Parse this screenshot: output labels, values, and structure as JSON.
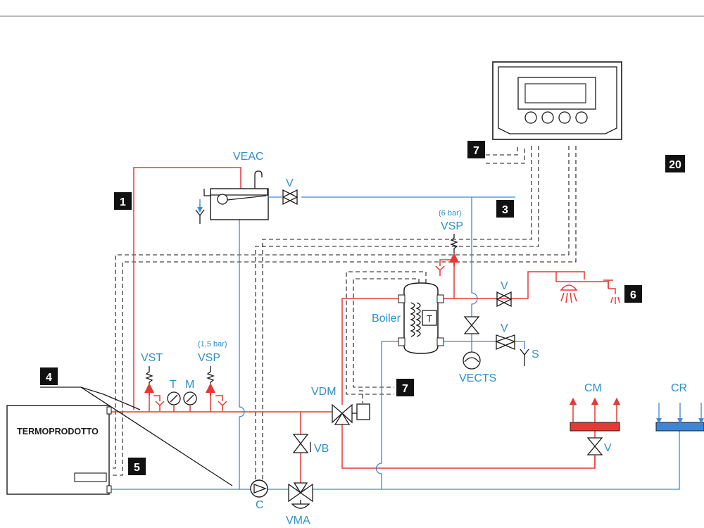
{
  "labels": {
    "veac": "VEAC",
    "v_top": "V",
    "vsp_top_pressure": "(6 bar)",
    "vsp_top": "VSP",
    "boiler": "Boiler",
    "boiler_t": "T",
    "v_hot": "V",
    "v_mid": "V",
    "s": "S",
    "vects": "VECTS",
    "vdm": "VDM",
    "vst": "VST",
    "t": "T",
    "m": "M",
    "vsp_low_pressure": "(1,5 bar)",
    "vsp_low": "VSP",
    "vb": "VB",
    "c": "C",
    "vma": "VMA",
    "cm": "CM",
    "cr": "CR",
    "v_cm": "V",
    "termoprodotto": "TERMOPRODOTTO"
  },
  "badges": {
    "b1": "1",
    "b3": "3",
    "b4": "4",
    "b5": "5",
    "b6": "6",
    "b7_top": "7",
    "b7_mid": "7",
    "b20": "20"
  },
  "colors": {
    "hot_line": "#e53935",
    "cold_line": "#3d86d6",
    "label_text": "#2f8fc7",
    "badge_fill": "#111111"
  }
}
